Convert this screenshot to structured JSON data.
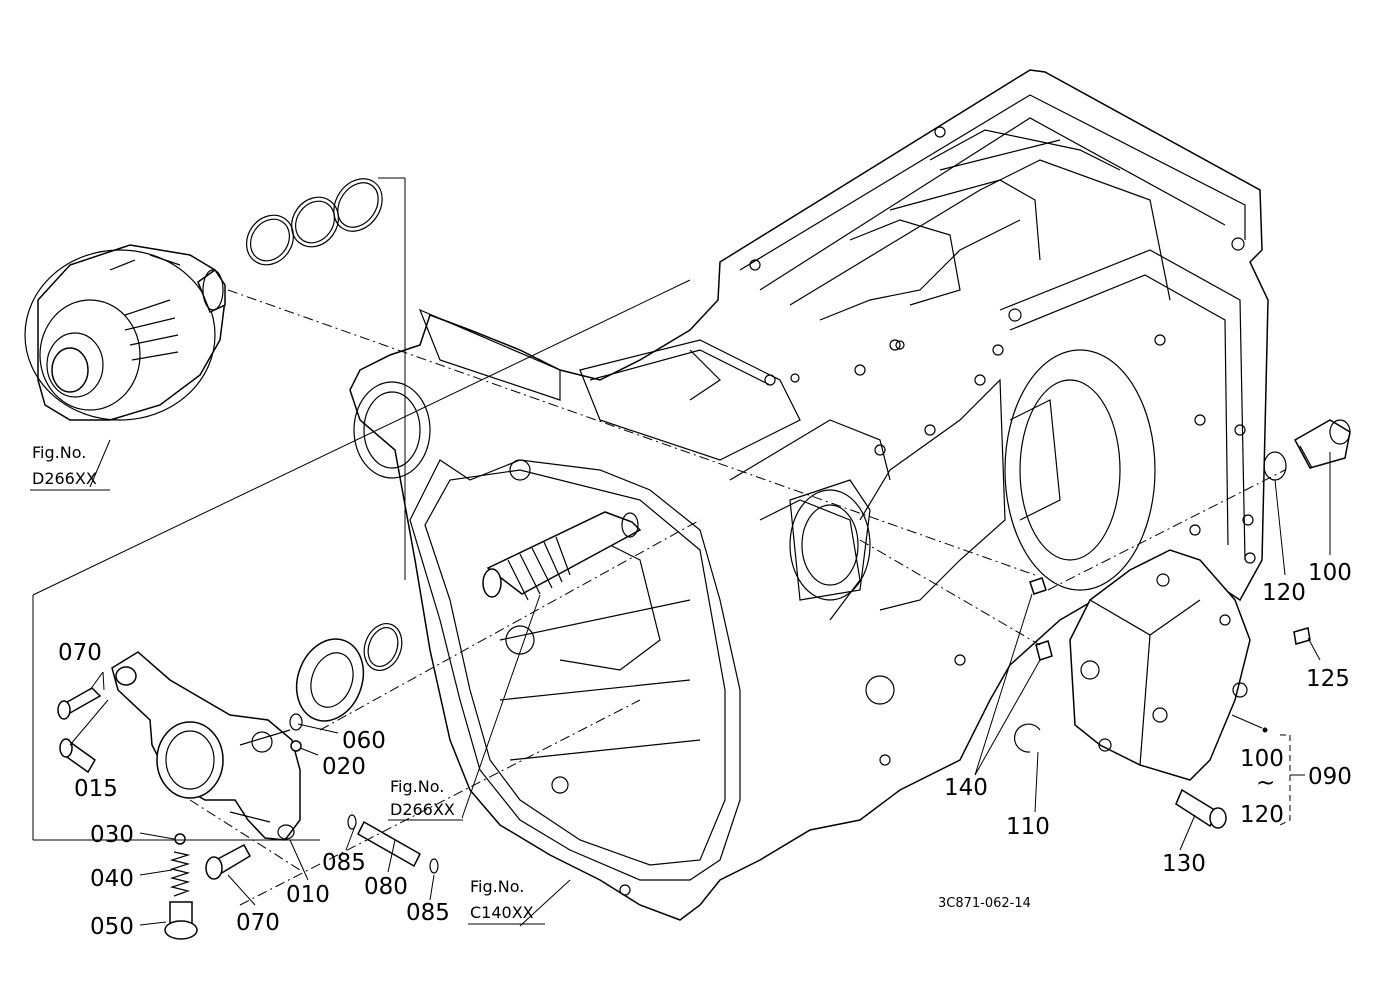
{
  "diagram": {
    "part_labels": {
      "p070a": "070",
      "p015": "015",
      "p030": "030",
      "p040": "040",
      "p050": "050",
      "p070b": "070",
      "p010": "010",
      "p085a": "085",
      "p080": "080",
      "p085b": "085",
      "p060": "060",
      "p020": "020",
      "p140": "140",
      "p110": "110",
      "p130": "130",
      "p100a": "100",
      "p120a": "120",
      "p125": "125",
      "p100b": "100",
      "p_tilde": "~",
      "p120b": "120",
      "p090": "090"
    },
    "fig_refs": {
      "ref1": {
        "label": "Fig.No.",
        "code": "D266XX"
      },
      "ref2": {
        "label": "Fig.No.",
        "code": "D266XX"
      },
      "ref3": {
        "label": "Fig.No.",
        "code": "C140XX"
      }
    },
    "drawing_code": "3C871-062-14"
  }
}
